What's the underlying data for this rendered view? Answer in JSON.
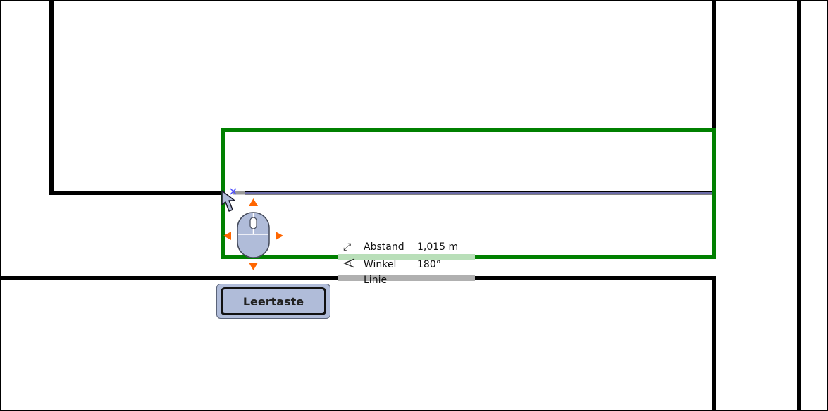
{
  "measurements": {
    "distance": {
      "icon": "resize-diagonal-icon",
      "label": "Abstand",
      "value": "1,015 m"
    },
    "angle": {
      "icon": "angle-icon",
      "label": "Winkel",
      "value": "180°"
    },
    "mode": {
      "label": "Linie"
    }
  },
  "hint": {
    "key_label": "Leertaste"
  },
  "colors": {
    "wall": "#000000",
    "selection": "#008000",
    "measure_line": "#6c6ca8",
    "arrow_hint": "#ff6600",
    "mouse": "#b0bcd9",
    "distance_highlight": "#b9dfb9",
    "mode_highlight": "#b0b0b0"
  }
}
